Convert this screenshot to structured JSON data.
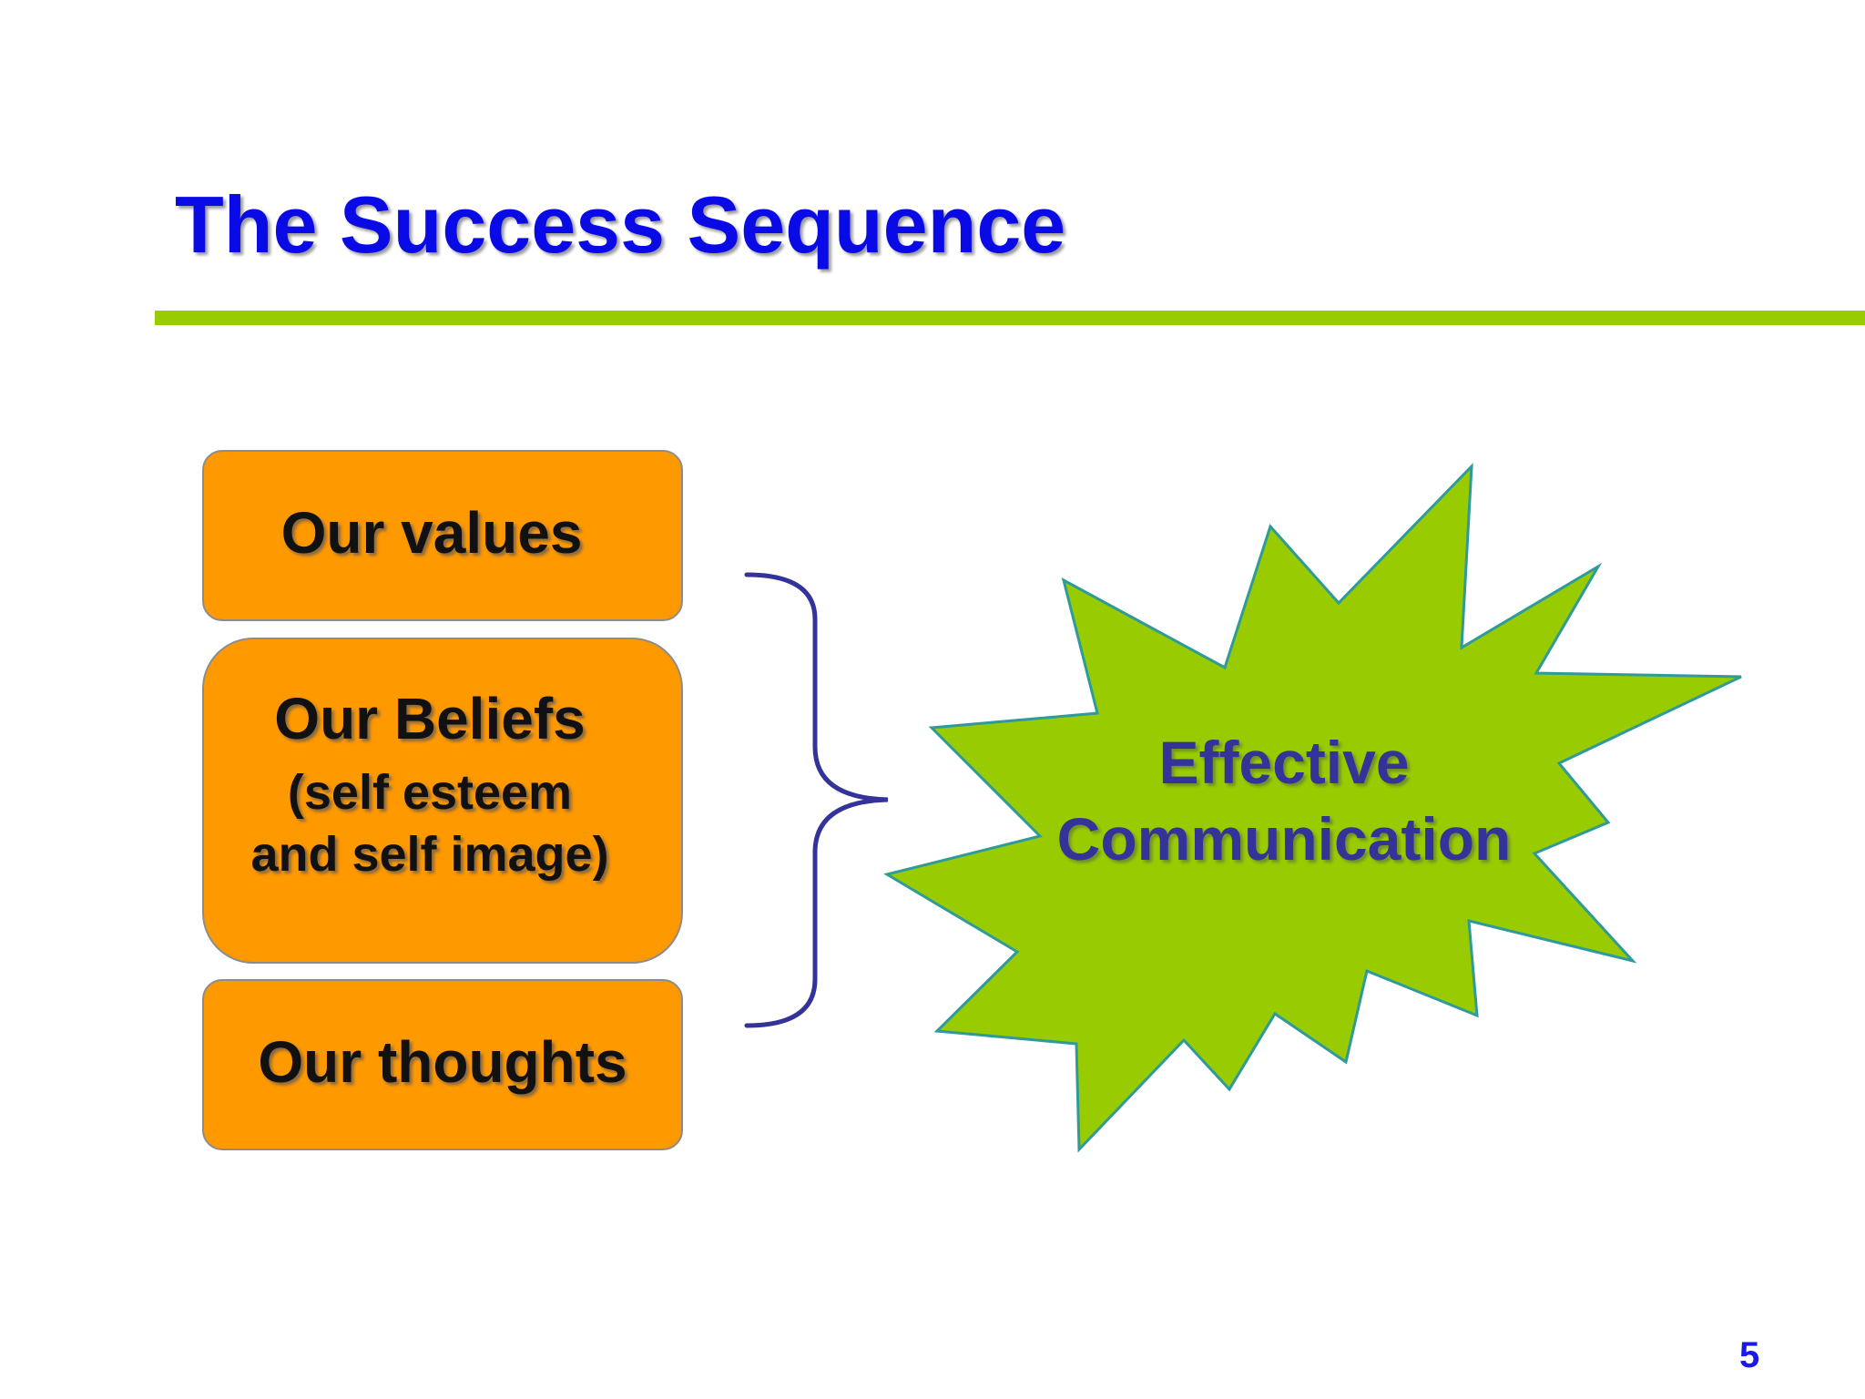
{
  "slide": {
    "title": "The Success Sequence",
    "page_number": "5",
    "colors": {
      "title": "#0a0ae6",
      "rule": "#99cc00",
      "box_fill": "#ff9900",
      "burst_fill": "#99cc00",
      "burst_text": "#333399",
      "brace": "#333399"
    }
  },
  "boxes": {
    "values": {
      "label": "Our values"
    },
    "beliefs": {
      "label": "Our Beliefs",
      "sub_line1": "(self esteem",
      "sub_line2": "and self image)"
    },
    "thoughts": {
      "label": "Our thoughts"
    }
  },
  "burst": {
    "line1": "Effective",
    "line2": "Communication"
  }
}
